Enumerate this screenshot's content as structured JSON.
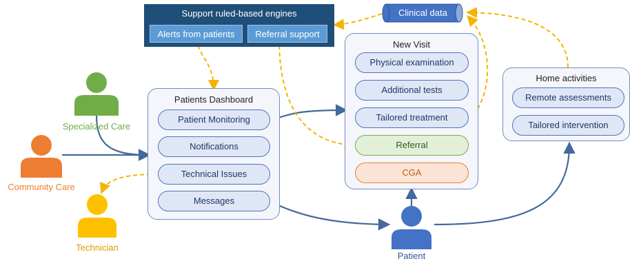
{
  "engines": {
    "title": "Support ruled-based engines",
    "alerts": "Alerts from patients",
    "referral_support": "Referral support"
  },
  "clinical_data": "Clinical data",
  "dashboard": {
    "title": "Patients Dashboard",
    "items": [
      "Patient Monitoring",
      "Notifications",
      "Technical Issues",
      "Messages"
    ]
  },
  "visit": {
    "title": "New Visit",
    "items": [
      "Physical examination",
      "Additional tests",
      "Tailored treatment"
    ],
    "referral": "Referral",
    "cga": "CGA"
  },
  "home": {
    "title": "Home activities",
    "items": [
      "Remote assessments",
      "Tailored intervention"
    ]
  },
  "actors": {
    "specialized_care": "Specialized Care",
    "community_care": "Community Care",
    "technician": "Technician",
    "patient": "Patient"
  },
  "colors": {
    "specialized": "#70ad47",
    "community": "#ed7d31",
    "technician": "#ffc000",
    "patient": "#4472c4",
    "arrow_solid": "#44699b",
    "arrow_dashed": "#f4b400",
    "engine_bg": "#1f4e79"
  }
}
